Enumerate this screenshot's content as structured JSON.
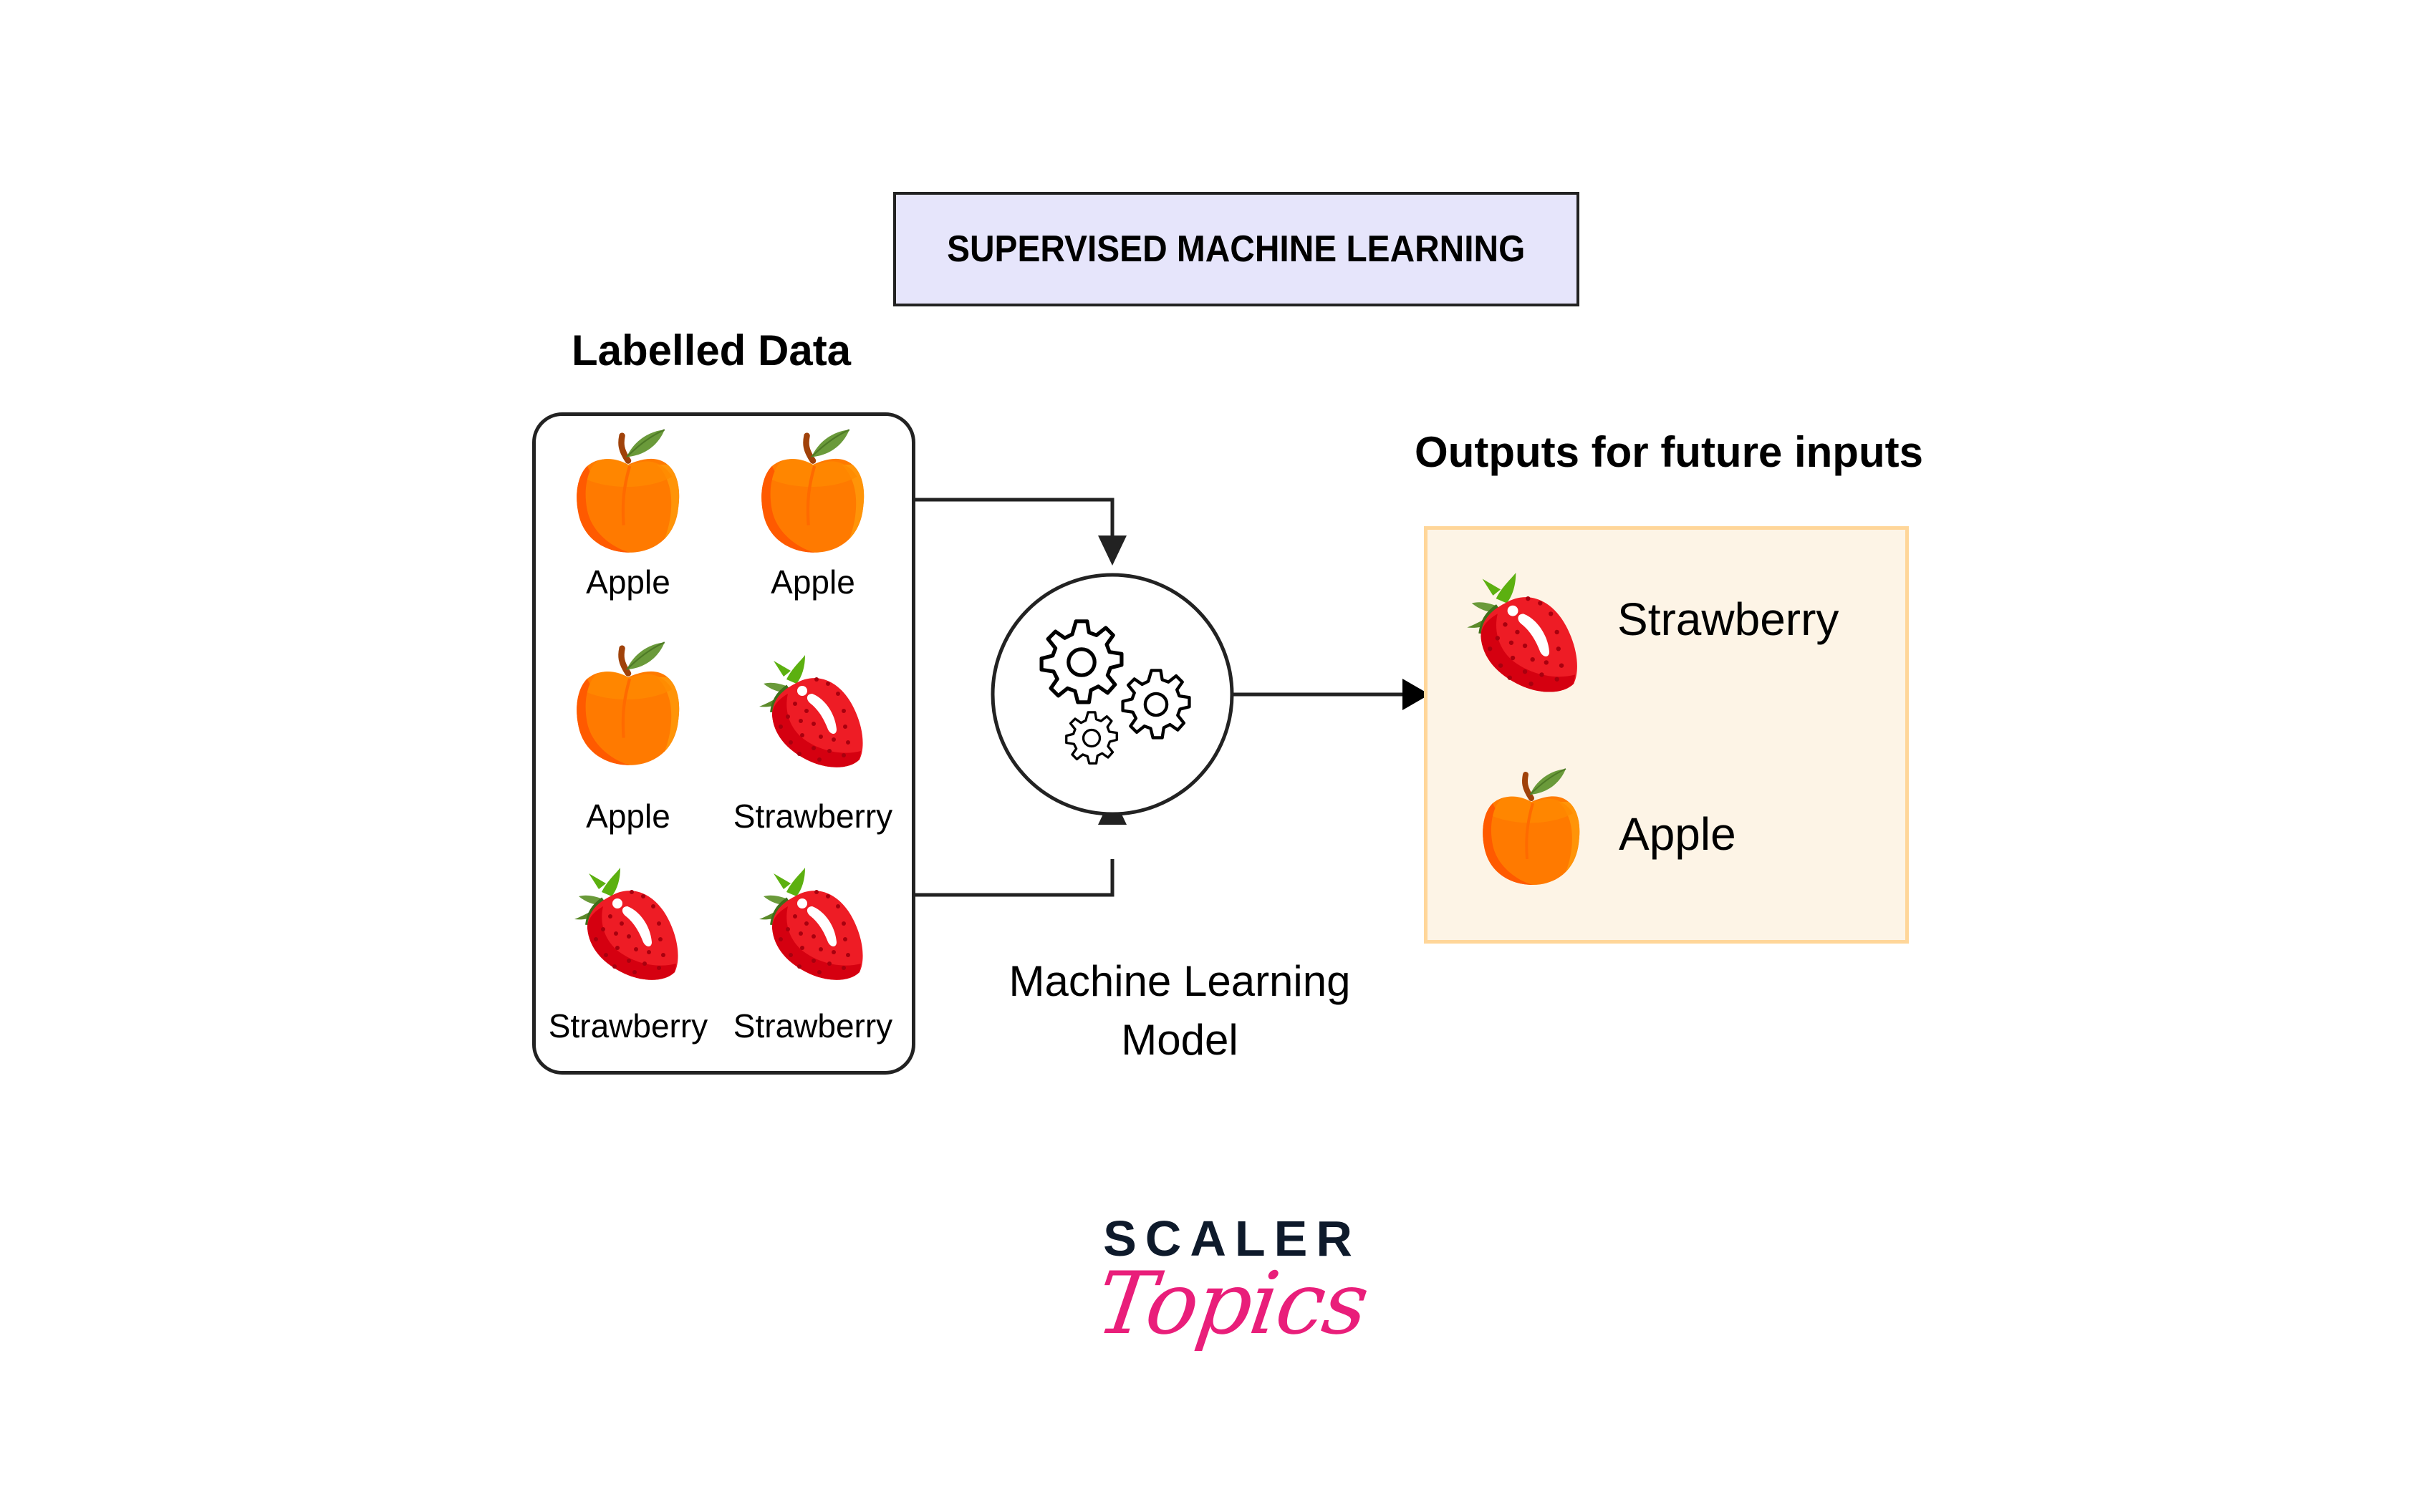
{
  "title": "SUPERVISED MACHINE LEARNING",
  "labelled_data": {
    "heading": "Labelled Data",
    "items": [
      {
        "label": "Apple",
        "icon": "apple-icon"
      },
      {
        "label": "Apple",
        "icon": "apple-icon"
      },
      {
        "label": "Apple",
        "icon": "apple-icon"
      },
      {
        "label": "Strawberry",
        "icon": "strawberry-icon"
      },
      {
        "label": "Strawberry",
        "icon": "strawberry-icon"
      },
      {
        "label": "Strawberry",
        "icon": "strawberry-icon"
      }
    ]
  },
  "model": {
    "label_line1": "Machine Learning",
    "label_line2": "Model",
    "icon": "gears-icon"
  },
  "outputs": {
    "heading": "Outputs for future inputs",
    "items": [
      {
        "label": "Strawberry",
        "icon": "strawberry-icon"
      },
      {
        "label": "Apple",
        "icon": "apple-icon"
      }
    ]
  },
  "logo": {
    "line1": "SCALER",
    "line2": "Topics"
  },
  "colors": {
    "title_bg": "#E6E5FB",
    "output_bg": "#FDF4E6",
    "output_border": "#FFD699",
    "apple": "#FF7A00",
    "strawberry": "#EE1C25",
    "logo_dark": "#0E1A2B",
    "logo_pink": "#E91E7A"
  }
}
